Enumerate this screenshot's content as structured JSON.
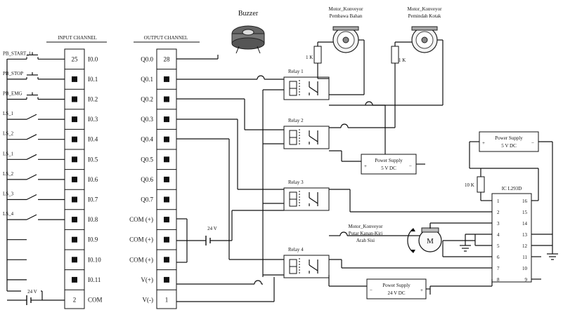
{
  "titles": {
    "buzzer": "Buzzer",
    "input_channel": "INPUT CHANNEL",
    "output_channel": "OUTPUT CHANNEL",
    "motor_left_line1": "Motor_Konveyor",
    "motor_left_line2": "Pembawa Bahan",
    "motor_right_line1": "Motor_Konveyor",
    "motor_right_line2": "Pemindah Kotak",
    "motor_rotor_line1": "Motor_Konveyor",
    "motor_rotor_line2": "Putar Kanan-Kiri",
    "motor_rotor_line3": "Arah Sisi",
    "motor_letter": "M"
  },
  "inputs": [
    {
      "device": "PB_START_1",
      "terminal": "I0.0",
      "cell": "25"
    },
    {
      "device": "PB_STOP",
      "terminal": "I0.1",
      "cell": ""
    },
    {
      "device": "PB_EMG",
      "terminal": "I0.2",
      "cell": ""
    },
    {
      "device": "LS_1",
      "terminal": "I0.3",
      "cell": ""
    },
    {
      "device": "LS_2",
      "terminal": "I0.4",
      "cell": ""
    },
    {
      "device": "LS_1",
      "terminal": "I0.5",
      "cell": ""
    },
    {
      "device": "LS_2",
      "terminal": "I0.6",
      "cell": ""
    },
    {
      "device": "LS_3",
      "terminal": "I0.7",
      "cell": ""
    },
    {
      "device": "LS_4",
      "terminal": "I0.8",
      "cell": ""
    },
    {
      "device": "",
      "terminal": "I0.9",
      "cell": ""
    },
    {
      "device": "",
      "terminal": "I0.10",
      "cell": ""
    },
    {
      "device": "",
      "terminal": "I0.11",
      "cell": ""
    },
    {
      "device": "24 V",
      "terminal": "COM",
      "cell": "2"
    }
  ],
  "outputs": [
    {
      "terminal": "Q0.0",
      "cell": "28"
    },
    {
      "terminal": "Q0.1",
      "cell": ""
    },
    {
      "terminal": "Q0.2",
      "cell": ""
    },
    {
      "terminal": "Q0.3",
      "cell": ""
    },
    {
      "terminal": "Q0.4",
      "cell": ""
    },
    {
      "terminal": "Q0.5",
      "cell": ""
    },
    {
      "terminal": "Q0.6",
      "cell": ""
    },
    {
      "terminal": "Q0.7",
      "cell": ""
    },
    {
      "terminal": "COM (+)",
      "cell": ""
    },
    {
      "terminal": "COM (+)",
      "cell": ""
    },
    {
      "terminal": "COM (+)",
      "cell": ""
    },
    {
      "terminal": "V(+)",
      "cell": ""
    },
    {
      "terminal": "V(-)",
      "cell": "1"
    }
  ],
  "supply_24v_out": "24 V",
  "relays": [
    "Relay 1",
    "Relay 2",
    "Relay 3",
    "Relay 4"
  ],
  "resistors": {
    "r1": "1 K",
    "r2": "1 K",
    "r3": "10 K"
  },
  "power_supplies": {
    "ps_5v_mid_line1": "Power Supply",
    "ps_5v_mid_line2": "5 V DC",
    "ps_5v_top_line1": "Power Supply",
    "ps_5v_top_line2": "5 V DC",
    "ps_24v_line1": "Power Supply",
    "ps_24v_line2": "24 V DC"
  },
  "ic": {
    "name": "IC L293D",
    "left_pins": [
      "1",
      "2",
      "3",
      "4",
      "5",
      "6",
      "7",
      "8"
    ],
    "right_pins": [
      "16",
      "15",
      "14",
      "13",
      "12",
      "11",
      "10",
      "9"
    ]
  }
}
